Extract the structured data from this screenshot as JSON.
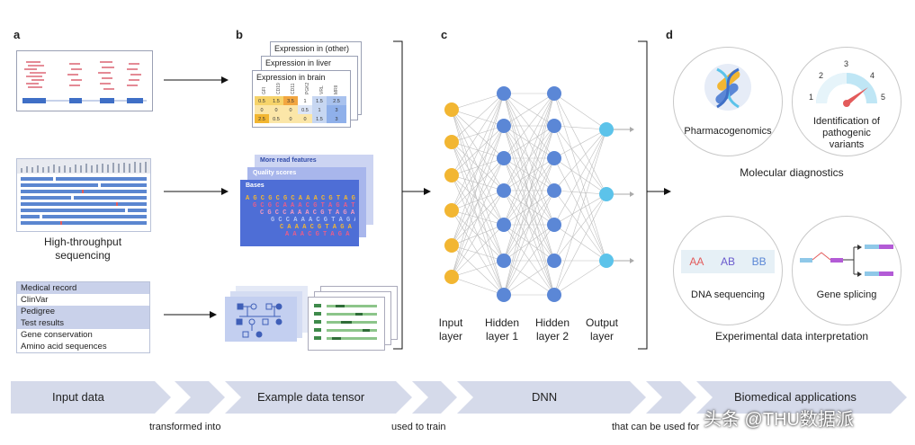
{
  "panels": {
    "a": "a",
    "b": "b",
    "c": "c",
    "d": "d"
  },
  "panel_a": {
    "sequencing_label": "High-throughput sequencing",
    "records": [
      "Medical record",
      "ClinVar",
      "Pedigree",
      "Test results",
      "Gene conservation",
      "Amino acid sequences"
    ]
  },
  "panel_b": {
    "expr_other": "Expression in (other)",
    "expr_liver": "Expression in liver",
    "expr_brain": "Expression in brain",
    "columns": [
      "GFI",
      "CD19",
      "CD11",
      "PGK2",
      "VRL",
      "MRII"
    ],
    "rows": [
      [
        "0.5",
        "1.5",
        "3.5",
        "1",
        "1.5",
        "2.5"
      ],
      [
        "0",
        "0",
        "0",
        "0.5",
        "1",
        "3"
      ],
      [
        "2.5",
        "0.5",
        "0",
        "0",
        "1.5",
        "3"
      ]
    ],
    "more_read": "More read features",
    "quality": "Quality scores",
    "bases": "Bases"
  },
  "panel_c": {
    "input": "Input layer",
    "hidden1": "Hidden layer 1",
    "hidden2": "Hidden layer 2",
    "output": "Output layer"
  },
  "panel_d": {
    "pharmaco": "Pharmacogenomics",
    "pathogenic": "Identification of pathogenic variants",
    "gauge_ticks": [
      "1",
      "2",
      "3",
      "4",
      "5"
    ],
    "molecular": "Molecular diagnostics",
    "dna_seq": "DNA sequencing",
    "genotypes": [
      "AA",
      "AB",
      "BB"
    ],
    "splicing": "Gene splicing",
    "experimental": "Experimental data interpretation"
  },
  "flow": {
    "steps": [
      "Input data",
      "Example data tensor",
      "DNN",
      "Biomedical applications"
    ],
    "connectors": [
      "transformed into",
      "used to train",
      "that can be used for"
    ],
    "watermark": "头条 @THU数据派"
  },
  "colors": {
    "input_node": "#f2b632",
    "hidden_node": "#5b87d6",
    "output_node": "#5cc3ea",
    "flow_bar": "#d5daea"
  }
}
